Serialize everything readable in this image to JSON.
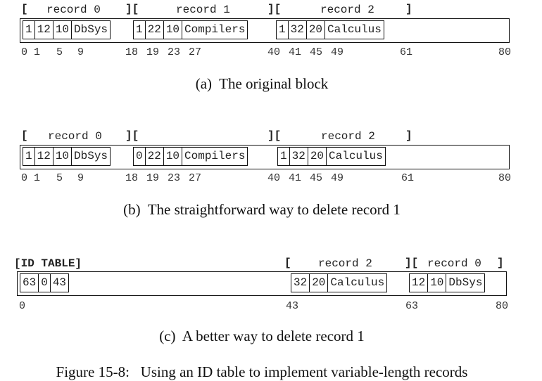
{
  "part_a": {
    "brackets": [
      "[",
      "][",
      "][",
      "]"
    ],
    "labels": [
      "record 0",
      "record 1",
      "record 2"
    ],
    "records": [
      [
        "1",
        "12",
        "10",
        "DbSys"
      ],
      [
        "1",
        "22",
        "10",
        "Compilers"
      ],
      [
        "1",
        "32",
        "20",
        "Calculus"
      ]
    ],
    "ticks": [
      "0",
      "1",
      "5",
      "9",
      "18",
      "19",
      "23",
      "27",
      "40",
      "41",
      "45",
      "49",
      "61",
      "80"
    ],
    "caption": "(a)  The original block"
  },
  "part_b": {
    "brackets": [
      "[",
      "][",
      "][",
      "]"
    ],
    "labels": [
      "record 0",
      "record 2"
    ],
    "records": [
      [
        "1",
        "12",
        "10",
        "DbSys"
      ],
      [
        "0",
        "22",
        "10",
        "Compilers"
      ],
      [
        "1",
        "32",
        "20",
        "Calculus"
      ]
    ],
    "ticks": [
      "0",
      "1",
      "5",
      "9",
      "18",
      "19",
      "23",
      "27",
      "40",
      "41",
      "45",
      "49",
      "61",
      "80"
    ],
    "caption": "(b)  The straightforward way to delete record 1"
  },
  "part_c": {
    "id_table_label": "[ID TABLE]",
    "brackets": [
      "[",
      "][",
      "]"
    ],
    "labels": [
      "record 2",
      "record 0"
    ],
    "id_table": [
      "63",
      "0",
      "43"
    ],
    "records": [
      [
        "32",
        "20",
        "Calculus"
      ],
      [
        "12",
        "10",
        "DbSys"
      ]
    ],
    "ticks": [
      "0",
      "43",
      "63",
      "80"
    ],
    "caption": "(c)  A better way to delete record 1"
  },
  "figure_caption": "Figure 15-8:   Using an ID table to implement variable-length records"
}
